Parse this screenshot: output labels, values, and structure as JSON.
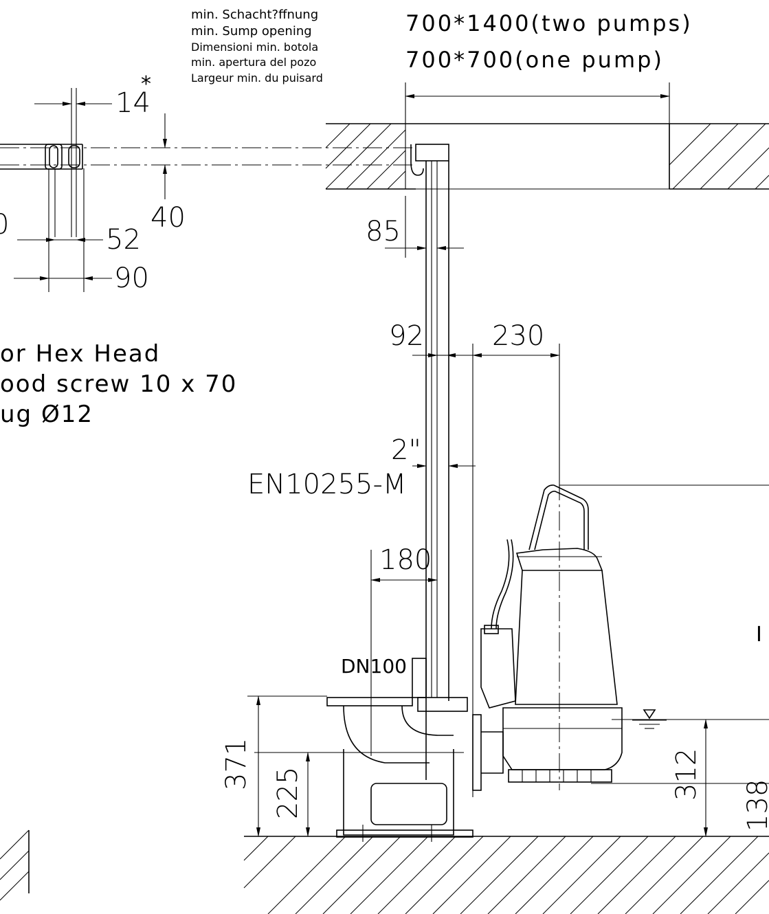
{
  "sump_labels": [
    "min. Schacht?ffnung",
    "min. Sump opening",
    "Dimensioni min. botola",
    "min. apertura del pozo",
    "Largeur min. du puisard"
  ],
  "sump_sizes": {
    "two_pumps": "700*1400(two pumps)",
    "one_pump": "700*700(one pump)"
  },
  "bracket_dims": {
    "d14": "14",
    "star": "*",
    "d40": "40",
    "d52": "52",
    "d90": "90",
    "d0": "0"
  },
  "fixing_legend": [
    "or Hex Head",
    "ood screw 10 x 70",
    "ug Ø12"
  ],
  "pipe_dims": {
    "d85": "85",
    "d92": "92",
    "d230": "230",
    "d2in": "2\"",
    "pipe_std": "EN10255-M",
    "d180": "180",
    "dn": "DN100"
  },
  "height_dims": {
    "d371": "371",
    "d225": "225",
    "d312": "312",
    "d138": "138"
  },
  "right_edge_mark": "I"
}
